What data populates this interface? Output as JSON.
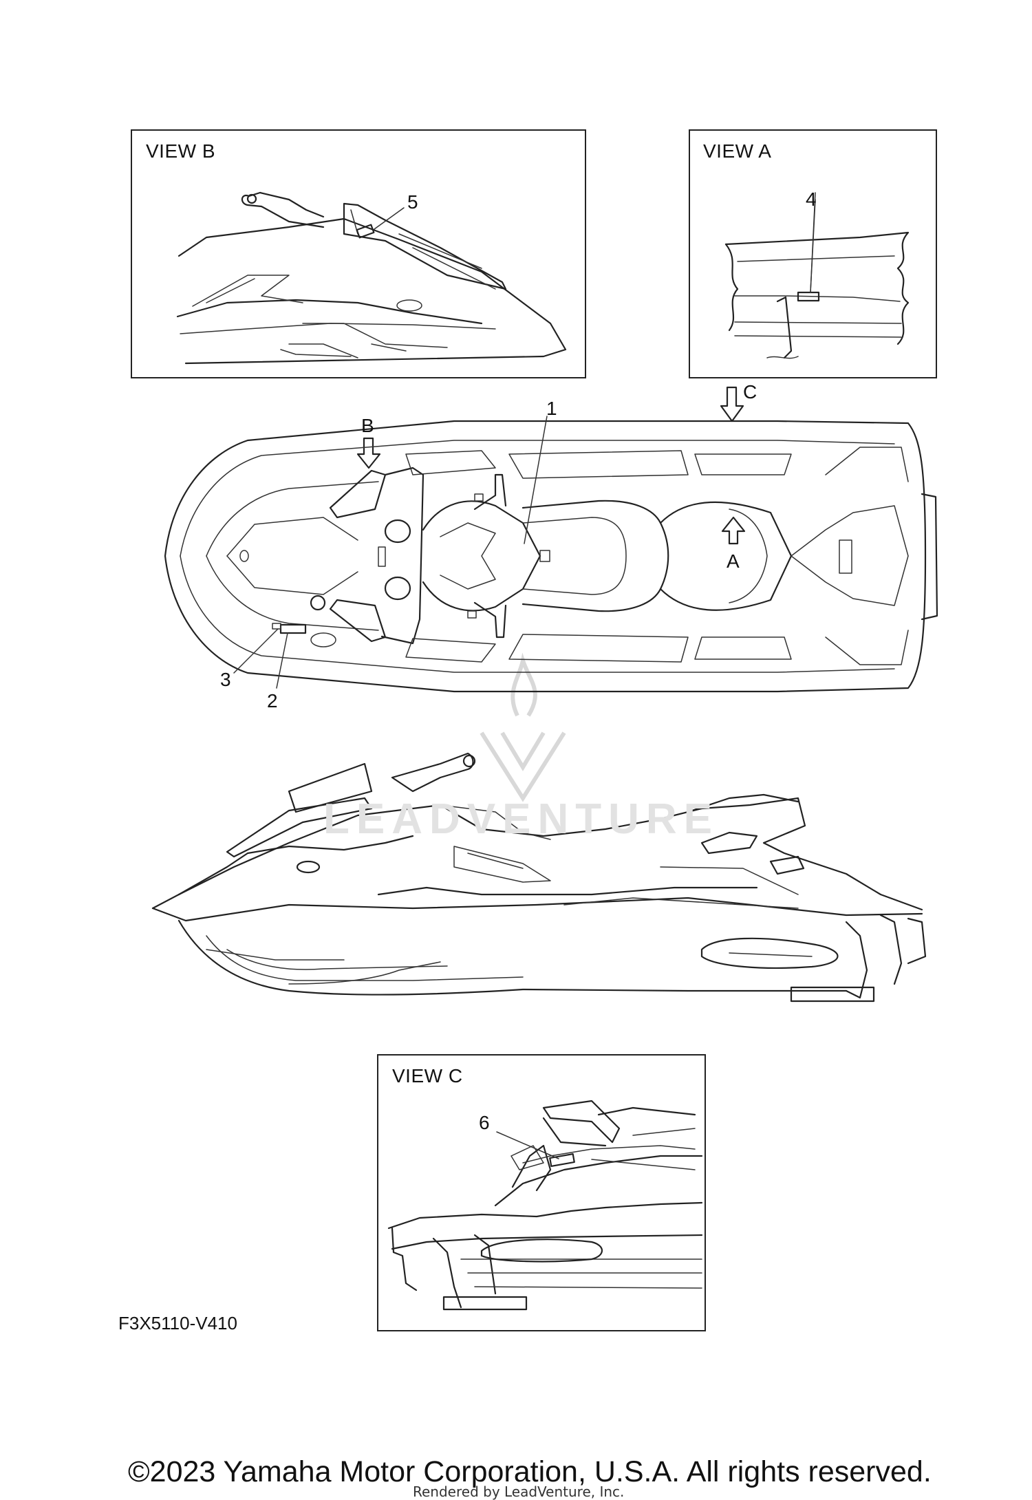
{
  "views": {
    "view_b": {
      "title": "VIEW B"
    },
    "view_a": {
      "title": "VIEW A"
    },
    "view_c": {
      "title": "VIEW C"
    }
  },
  "callouts": [
    {
      "id": "1",
      "label": "1"
    },
    {
      "id": "2",
      "label": "2"
    },
    {
      "id": "3",
      "label": "3"
    },
    {
      "id": "4",
      "label": "4"
    },
    {
      "id": "5",
      "label": "5"
    },
    {
      "id": "6",
      "label": "6"
    }
  ],
  "direction_labels": {
    "a": "A",
    "b": "B",
    "c": "C"
  },
  "watermark": {
    "text": "LEADVENTURE",
    "icon": "leadventure-logo-icon"
  },
  "part_code": "F3X5110-V410",
  "footer": {
    "copyright": "©2023 Yamaha Motor Corporation, U.S.A. All rights reserved.",
    "rendered_by": "Rendered by LeadVenture, Inc."
  }
}
